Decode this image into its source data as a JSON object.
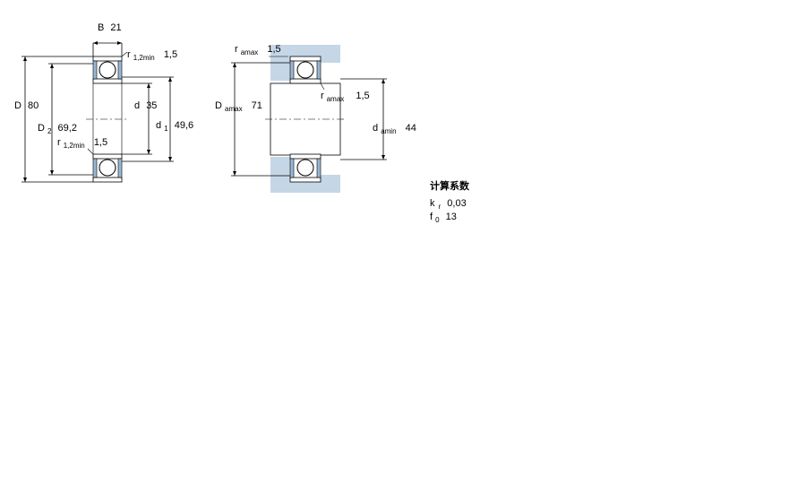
{
  "bearing_drawing": {
    "B": {
      "symbol": "B",
      "value": "21"
    },
    "D": {
      "symbol": "D",
      "value": "80"
    },
    "D2": {
      "symbol": "D",
      "sub": "2",
      "value": "69,2"
    },
    "d": {
      "symbol": "d",
      "value": "35"
    },
    "d1": {
      "symbol": "d",
      "sub": "1",
      "value": "49,6"
    },
    "r12_top": {
      "symbol": "r",
      "sub": "1,2min",
      "value": "1,5"
    },
    "r12_mid": {
      "symbol": "r",
      "sub": "1,2min",
      "value": "1,5"
    }
  },
  "abutment_drawing": {
    "ra_top": {
      "symbol": "r",
      "sub": "amax",
      "value": "1,5"
    },
    "ra_right": {
      "symbol": "r",
      "sub": "amax",
      "value": "1,5"
    },
    "Da": {
      "symbol": "D",
      "sub": "amax",
      "value": "71"
    },
    "da": {
      "symbol": "d",
      "sub": "amin",
      "value": "44"
    }
  },
  "calc_factors": {
    "title": "计算系数",
    "kr": {
      "symbol": "k",
      "sub": "r",
      "value": "0,03"
    },
    "f0": {
      "symbol": "f",
      "sub": "0",
      "value": "13"
    }
  },
  "colors": {
    "seal": "#9ab8d4",
    "housing": "#c5d6e6"
  }
}
